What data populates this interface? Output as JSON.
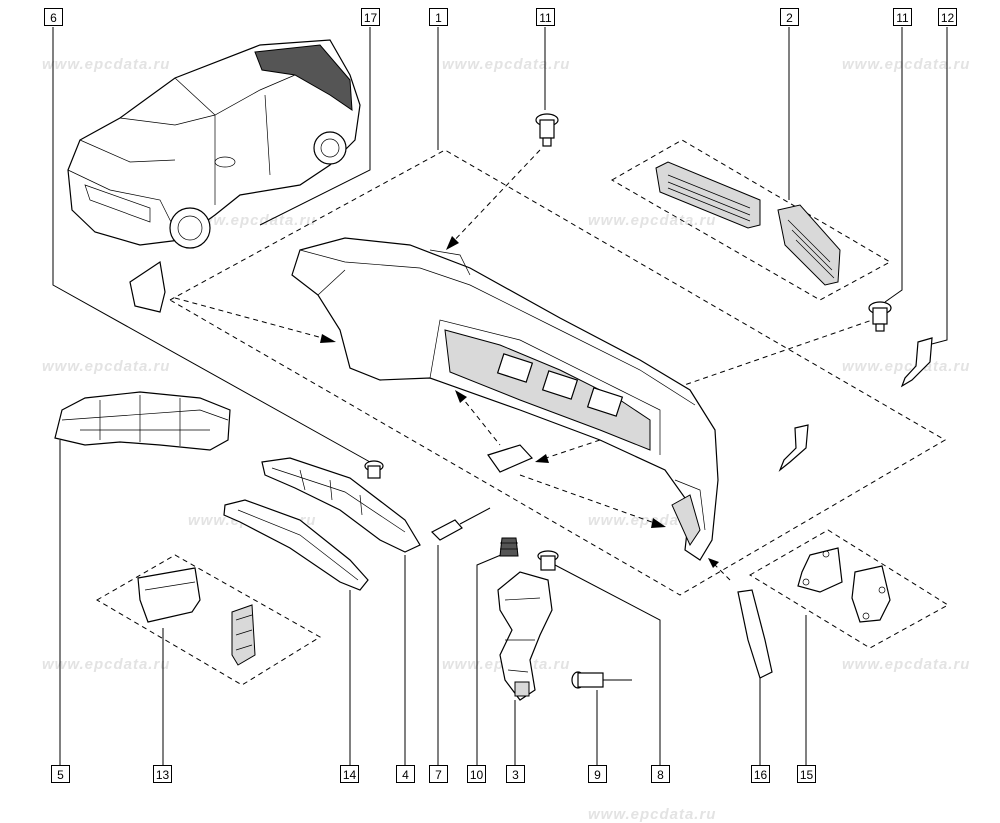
{
  "watermark": "www.epcdata.ru",
  "callouts": {
    "c6": "6",
    "c17": "17",
    "c1": "1",
    "c11a": "11",
    "c2": "2",
    "c11b": "11",
    "c12": "12",
    "c5": "5",
    "c13": "13",
    "c14": "14",
    "c4": "4",
    "c7": "7",
    "c10": "10",
    "c3": "3",
    "c9": "9",
    "c8": "8",
    "c16": "16",
    "c15": "15"
  }
}
